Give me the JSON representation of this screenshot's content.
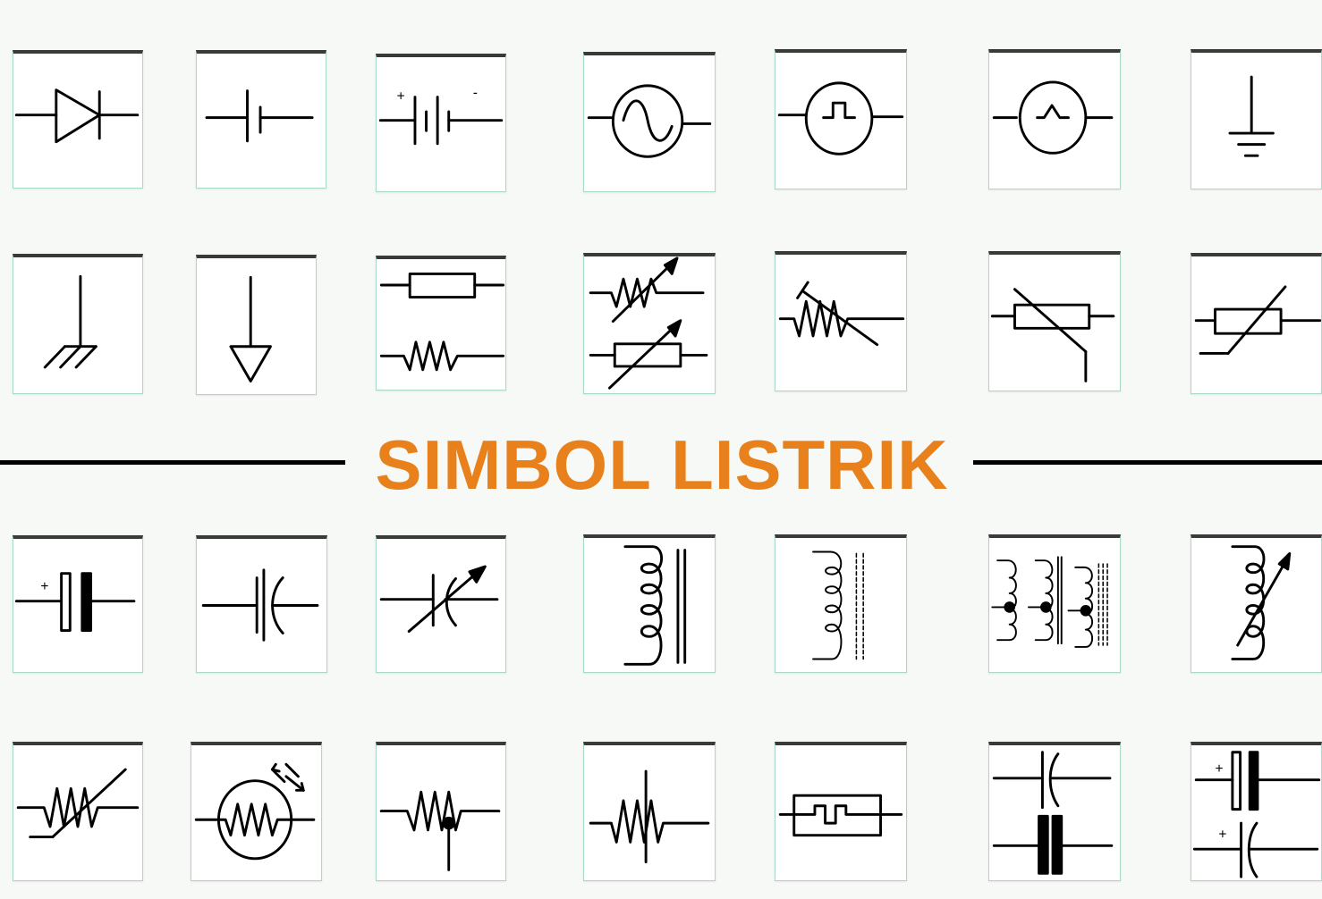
{
  "title": {
    "text": "SIMBOL LISTRIK",
    "color": "#e8801c"
  },
  "background": "#f7f9f6",
  "tile_border_color": "#a9d9c9",
  "symbols": {
    "row1": [
      {
        "name": "diode"
      },
      {
        "name": "battery-cell"
      },
      {
        "name": "battery",
        "plus": "+",
        "minus": "-"
      },
      {
        "name": "ac-voltage-source"
      },
      {
        "name": "pulse-source"
      },
      {
        "name": "triangle-wave-source"
      },
      {
        "name": "earth-ground"
      }
    ],
    "row2": [
      {
        "name": "chassis-ground"
      },
      {
        "name": "digital-ground"
      },
      {
        "name": "resistor"
      },
      {
        "name": "variable-resistor"
      },
      {
        "name": "trimmer-resistor"
      },
      {
        "name": "thermistor"
      },
      {
        "name": "varistor"
      }
    ],
    "row3": [
      {
        "name": "polarized-capacitor",
        "plus": "+"
      },
      {
        "name": "capacitor"
      },
      {
        "name": "variable-capacitor"
      },
      {
        "name": "iron-core-inductor"
      },
      {
        "name": "ferrite-core-inductor"
      },
      {
        "name": "tapped-inductors"
      },
      {
        "name": "variable-inductor"
      }
    ],
    "row4": [
      {
        "name": "varistor-resistor"
      },
      {
        "name": "photoresistor"
      },
      {
        "name": "potentiometer"
      },
      {
        "name": "trimmer-potentiometer"
      },
      {
        "name": "thermal-fuse"
      },
      {
        "name": "capacitors-nonpolar"
      },
      {
        "name": "capacitors-polarized",
        "plus": "+"
      }
    ]
  }
}
